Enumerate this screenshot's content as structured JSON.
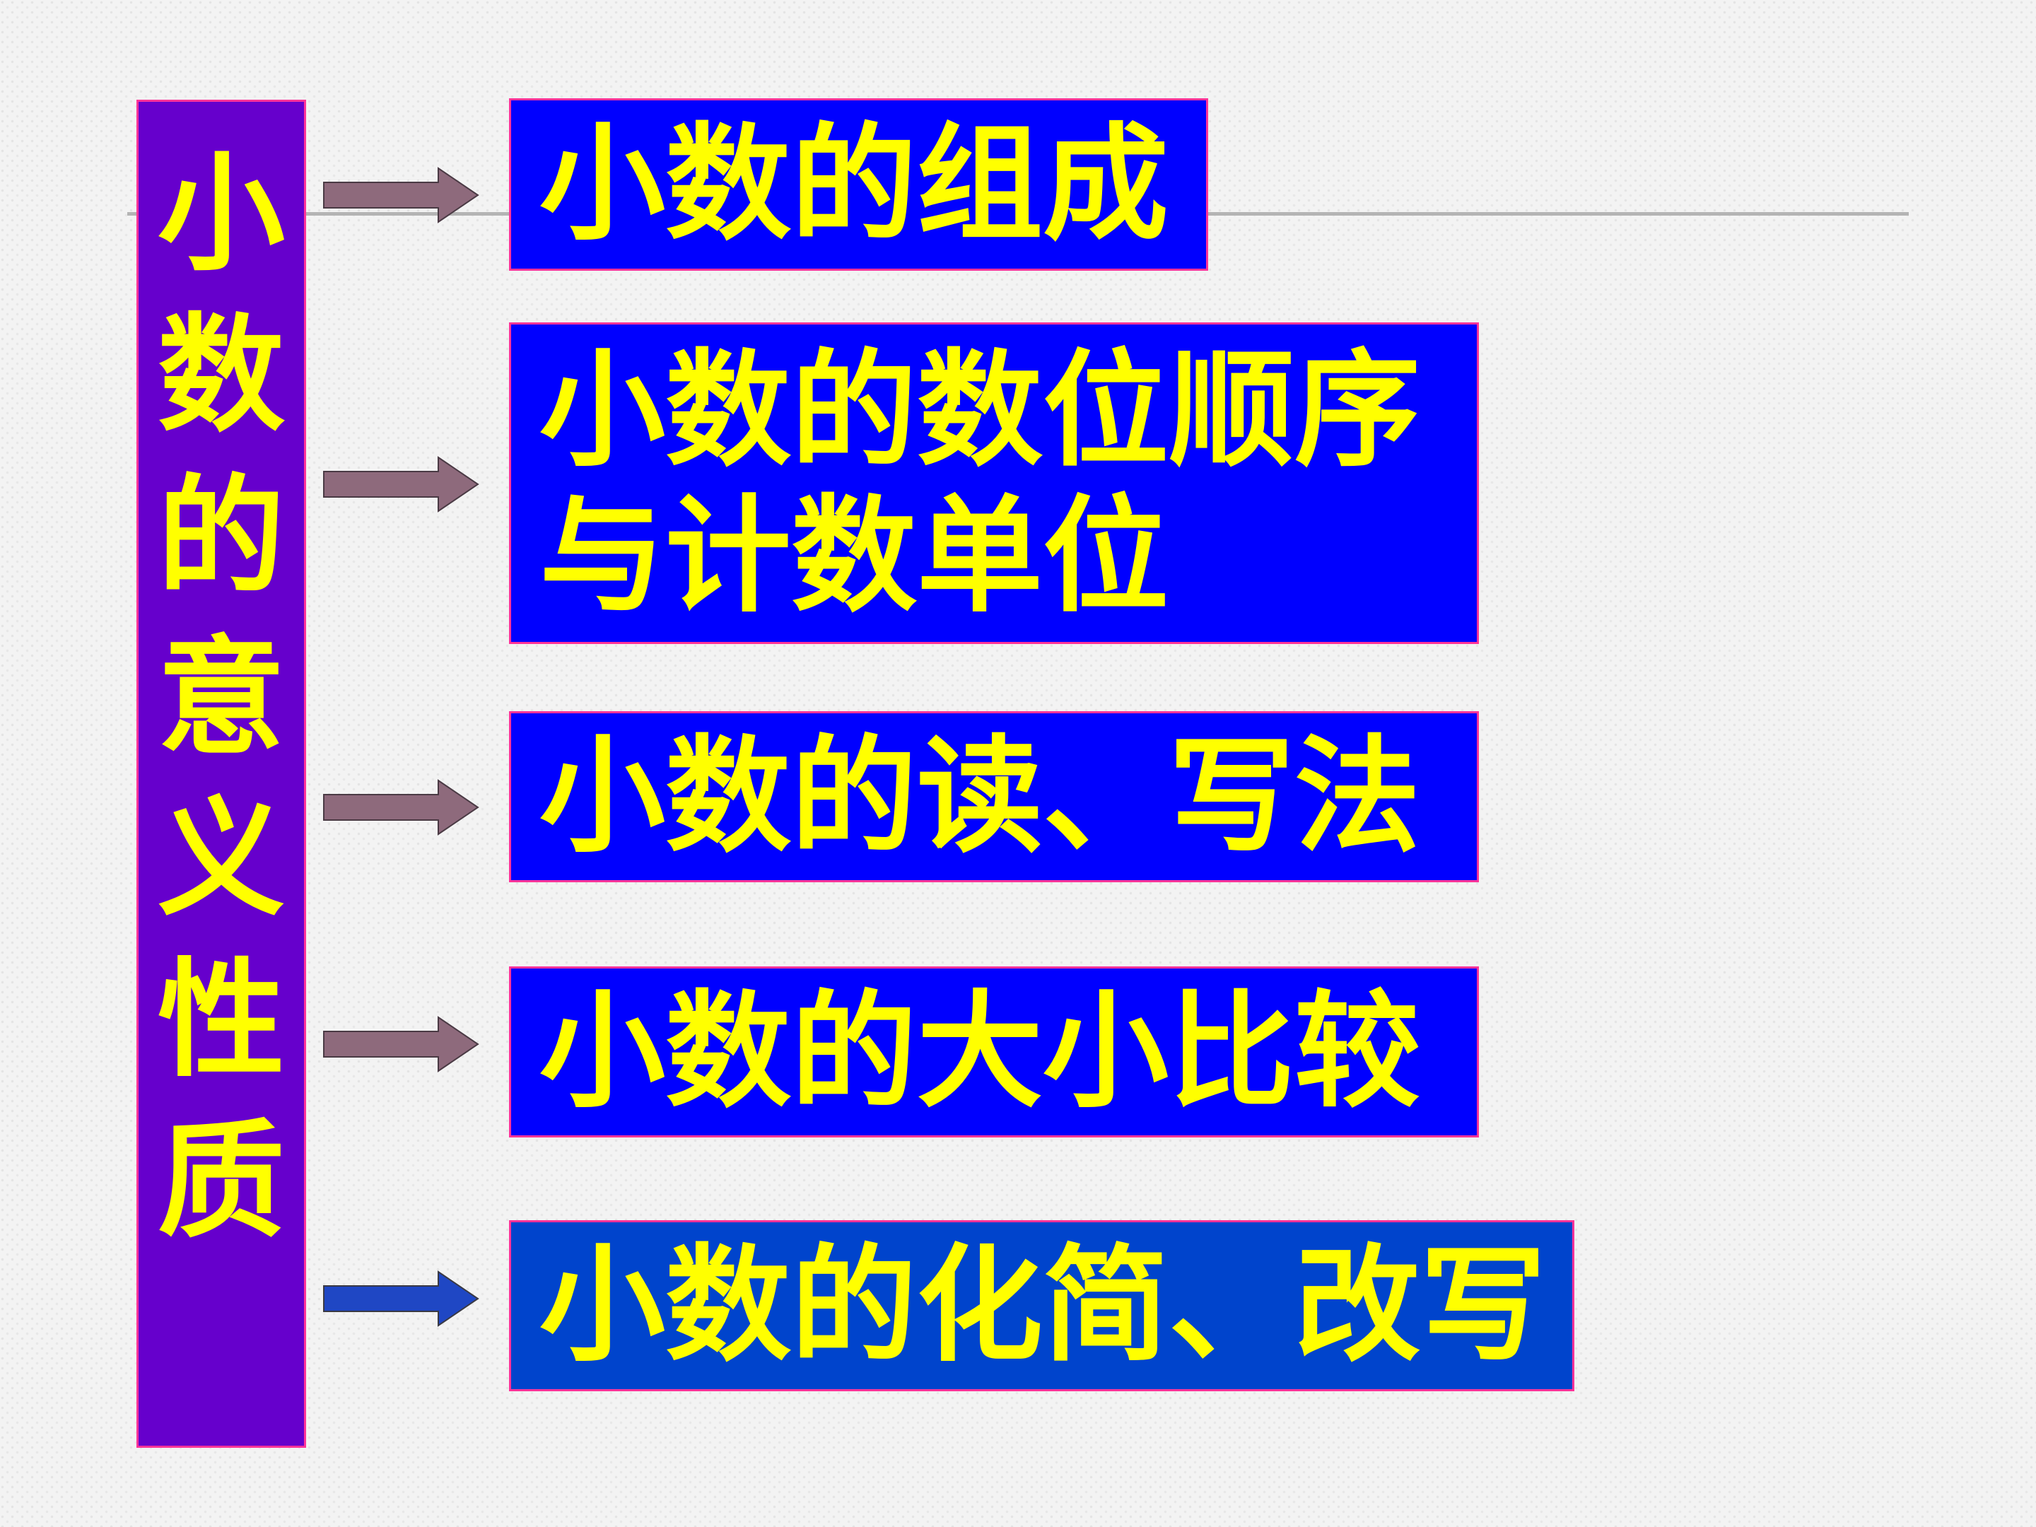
{
  "main": {
    "title_chars": [
      "小",
      "数",
      "的",
      "意",
      "义",
      "性",
      "质"
    ]
  },
  "items": [
    {
      "lines": [
        "小数的组成"
      ]
    },
    {
      "lines": [
        "小数的数位顺序",
        "与计数单位"
      ]
    },
    {
      "lines": [
        "小数的读、写法"
      ]
    },
    {
      "lines": [
        "小数的大小比较"
      ]
    },
    {
      "lines": [
        "小数的化简、改写"
      ]
    }
  ],
  "colors": {
    "main_fill": "#6600cc",
    "item_fill": "#0000ff",
    "last_item_fill": "#0044cc",
    "text": "#ffff00",
    "border": "#ff3399",
    "arrow": "#8e6a7c",
    "last_arrow": "#1f47c4"
  },
  "icons": [
    "right-arrow-icon"
  ]
}
